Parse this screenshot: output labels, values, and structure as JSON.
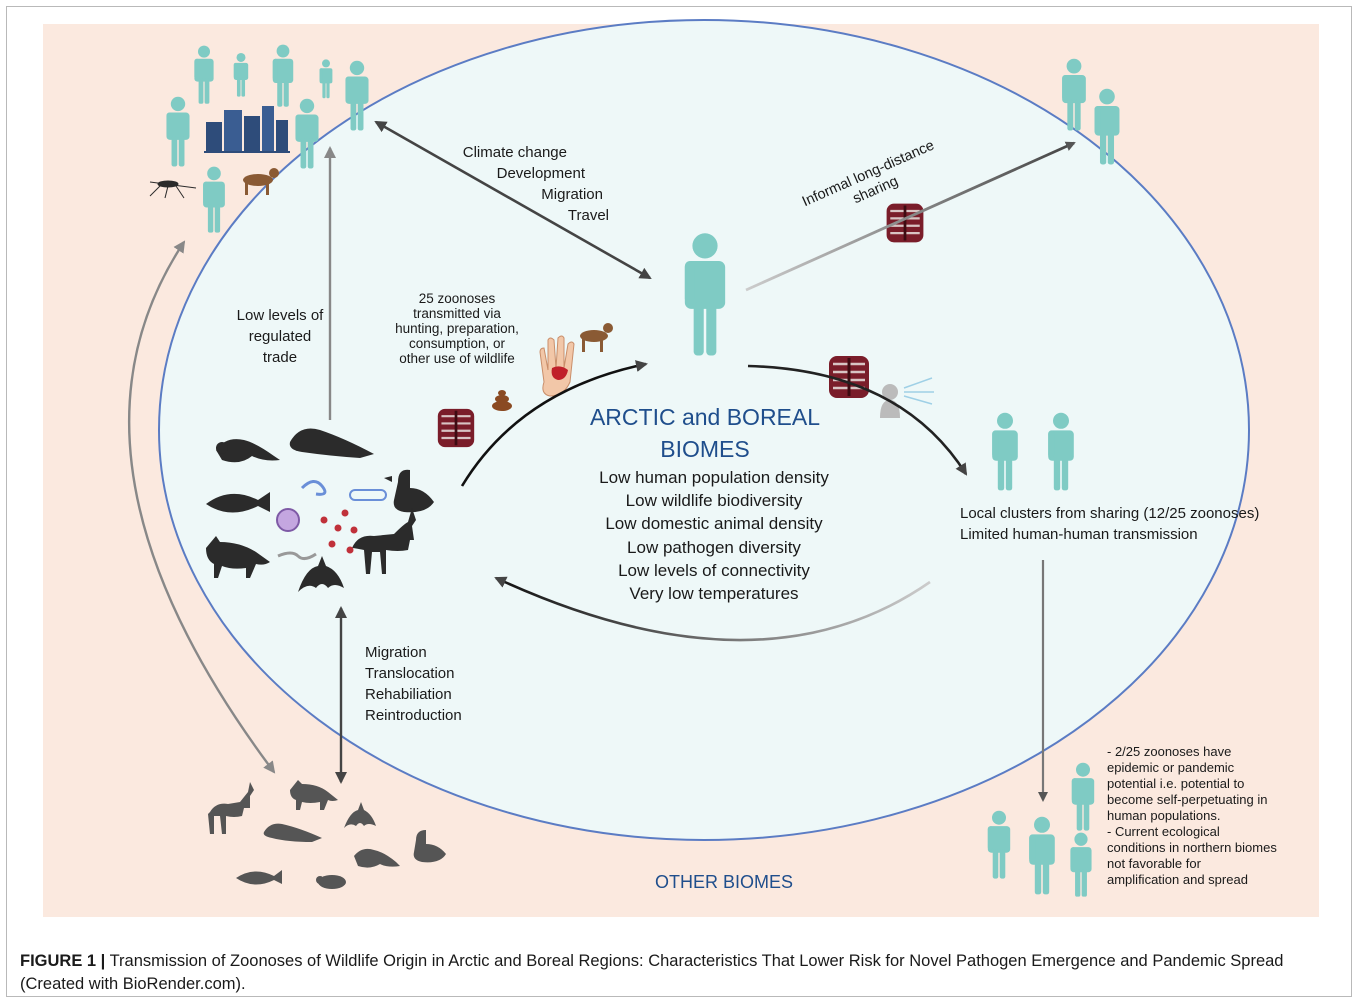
{
  "colors": {
    "outer_bg": "#fbe9df",
    "ellipse_fill": "#eef8f8",
    "ellipse_stroke": "#5b7cc4",
    "person": "#7fcbc4",
    "title_blue": "#1f4e8c",
    "animal": "#2b2b2b",
    "meat": "#7a1d2a"
  },
  "diagram": {
    "center_title_line1": "ARCTIC and BOREAL",
    "center_title_line2": "BIOMES",
    "characteristics": [
      "Low human population density",
      "Low wildlife biodiversity",
      "Low domestic animal density",
      "Low pathogen diversity",
      "Low levels of connectivity",
      "Very low temperatures"
    ],
    "drivers": [
      "Climate change",
      "Development",
      "Migration",
      "Travel"
    ],
    "trade_label": [
      "Low levels of",
      "regulated",
      "trade"
    ],
    "zoonoses_label": [
      "25 zoonoses",
      "transmitted via",
      "hunting, preparation,",
      "consumption, or",
      "other use of wildlife"
    ],
    "sharing_label": [
      "Informal long-distance",
      "sharing"
    ],
    "local_clusters": [
      "Local clusters from sharing (12/25 zoonoses)",
      "Limited human-human transmission"
    ],
    "wildlife_movement": [
      "Migration",
      "Translocation",
      "Rehabiliation",
      "Reintroduction"
    ],
    "pandemic_notes": [
      "- 2/25 zoonoses have",
      "epidemic or pandemic",
      "potential i.e. potential to",
      "become self-perpetuating in",
      "human populations.",
      "- Current ecological",
      "conditions in northern biomes",
      "not favorable for",
      "amplification and spread"
    ],
    "other_biomes": "OTHER BIOMES"
  },
  "caption": {
    "label": "FIGURE 1 |",
    "text": "Transmission of Zoonoses of Wildlife Origin in Arctic and Boreal Regions: Characteristics That Lower Risk for Novel Pathogen Emergence and Pandemic Spread (Created with BioRender.com)."
  }
}
